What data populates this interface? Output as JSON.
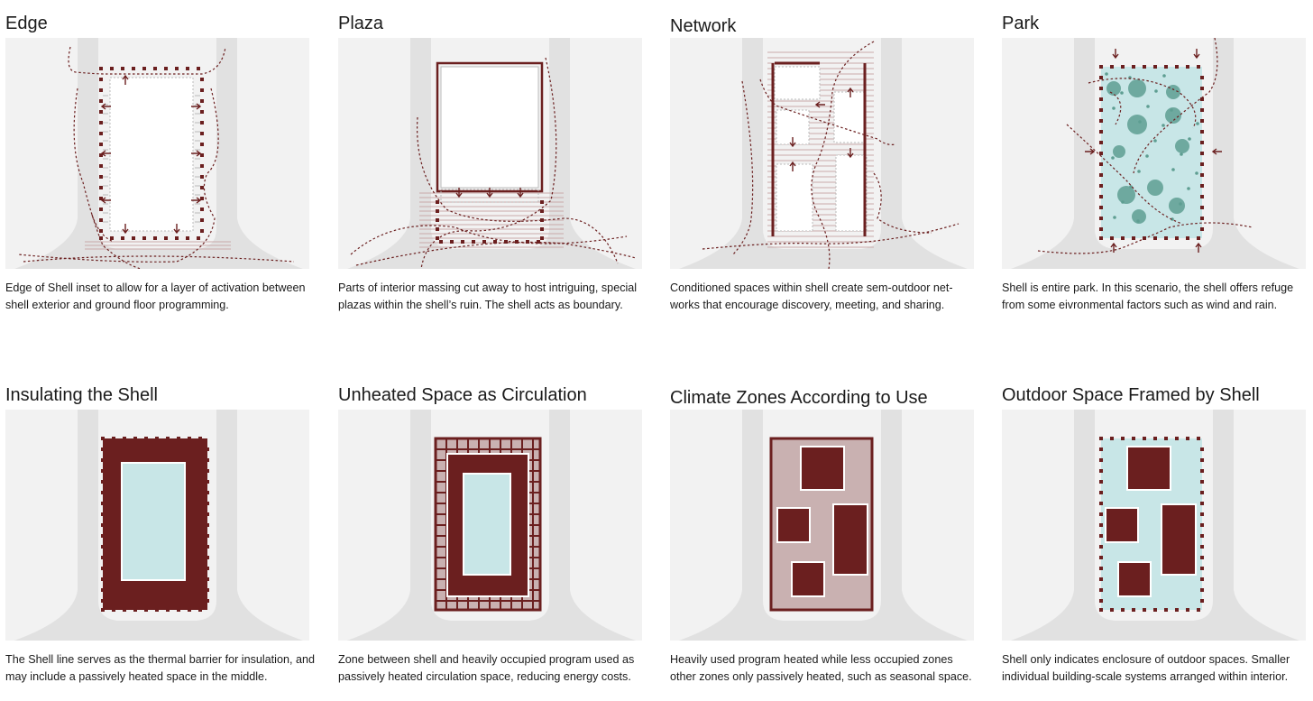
{
  "colors": {
    "panel_bg": "#f2f2f2",
    "ground": "#e1e1e1",
    "shell": "#6b1f1f",
    "warm": "#c9b1b1",
    "cool": "#c8e6e7",
    "tree": "#5e9e92"
  },
  "diagrams": [
    {
      "title": "Edge",
      "caption": "Edge of Shell inset to allow for a layer of activation between shell exterior and ground floor programming."
    },
    {
      "title": "Plaza",
      "caption": "Parts of interior massing cut away to host intriguing, special plazas within the shell’s ruin. The shell acts as boundary."
    },
    {
      "title": "Network",
      "caption": "Conditioned spaces within shell create sem-outdoor net-works that encourage discovery, meeting, and sharing."
    },
    {
      "title": "Park",
      "caption": "Shell is entire park. In this scenario, the shell offers refuge from some eivronmental factors such as wind and rain."
    },
    {
      "title": "Insulating the Shell",
      "caption": "The Shell line serves as the thermal barrier for insulation, and may include a passively heated space in the middle."
    },
    {
      "title": "Unheated Space as Circulation",
      "caption": "Zone between shell and heavily occupied program used as passively heated circulation space, reducing energy costs."
    },
    {
      "title": "Climate Zones According to Use",
      "caption": "Heavily used program heated while less occupied zones other zones only passively heated, such as seasonal space."
    },
    {
      "title": "Outdoor Space Framed by Shell",
      "caption": "Shell only indicates enclosure of outdoor spaces. Smaller individual building-scale systems arranged within interior."
    }
  ]
}
